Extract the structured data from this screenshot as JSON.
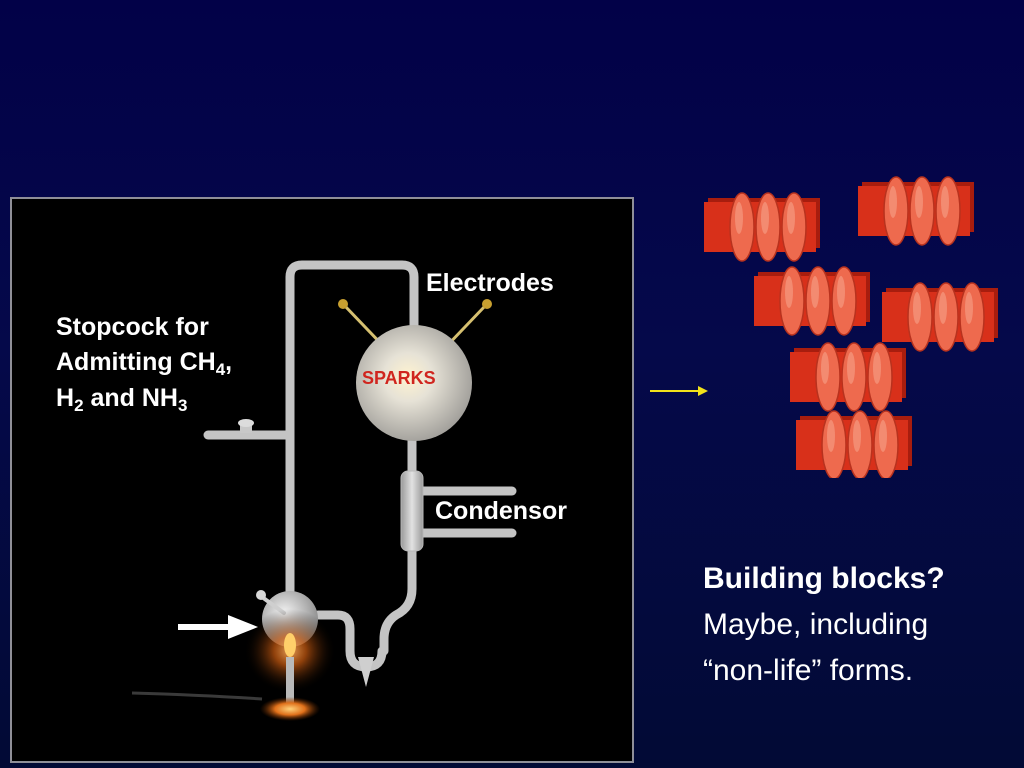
{
  "figure": {
    "labels": {
      "electrodes": "Electrodes",
      "stopcock_line1": "Stopcock for",
      "stopcock_line2_pre": "Admitting CH",
      "stopcock_line2_sub": "4",
      "stopcock_line2_post": ",",
      "stopcock_line3_a": "H",
      "stopcock_line3_a_sub": "2",
      "stopcock_line3_mid": " and NH",
      "stopcock_line3_b_sub": "3",
      "sparks": "SPARKS",
      "condensor": "Condensor"
    }
  },
  "caption": {
    "heading": "Building blocks?",
    "line2": "Maybe, including",
    "line3": "“non-life” forms."
  },
  "colors": {
    "background": "#020148",
    "glass": "#c8c8c8",
    "block_red": "#d8301a",
    "arrow_yellow": "#f2e21a",
    "sparks_red": "#d0251e"
  },
  "icons": {
    "transition_arrow": "right-arrow-icon",
    "input_arrow": "white-right-arrow-icon",
    "molecule_block": "molecule-block-icon"
  }
}
